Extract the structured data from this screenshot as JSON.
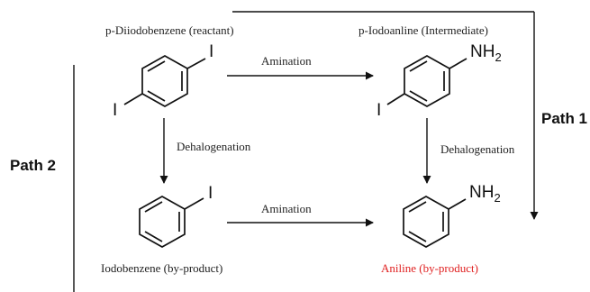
{
  "compounds": {
    "reactant": {
      "name": "p-Diiodobenzene (reactant)",
      "atom_top": "I",
      "atom_left": "I"
    },
    "intermediate": {
      "name": "p-Iodoanline (Intermediate)",
      "atom_top": "NH",
      "atom_top_sub": "2",
      "atom_left": "I"
    },
    "byproduct1": {
      "name": "Iodobenzene (by-product)",
      "atom_top": "I"
    },
    "byproduct2": {
      "name": "Aniline (by-product)",
      "atom_top": "NH",
      "atom_top_sub": "2"
    }
  },
  "reactions": {
    "top_arrow": "Amination",
    "bottom_arrow": "Amination",
    "left_arrow": "Dehalogenation",
    "right_arrow": "Dehalogenation"
  },
  "paths": {
    "path1": "Path 1",
    "path2": "Path 2"
  },
  "colors": {
    "highlight": "#e02020",
    "line": "#111111"
  }
}
